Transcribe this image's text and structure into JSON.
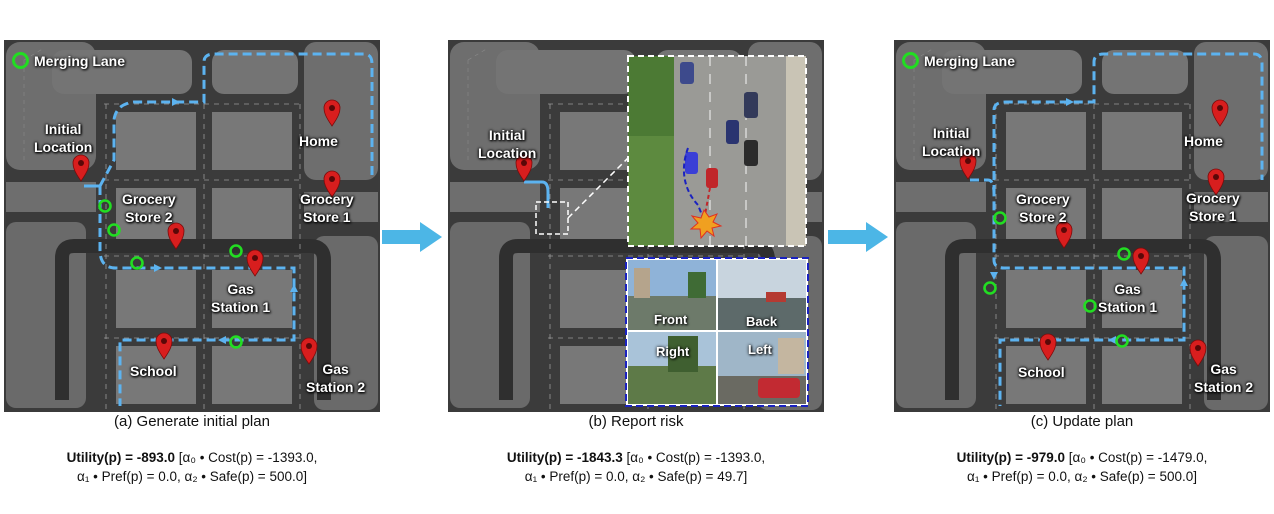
{
  "legend": {
    "merging_lane": "Merging Lane"
  },
  "panels": [
    {
      "caption": "(a) Generate initial plan",
      "labels": {
        "initial": "Initial\nLocation",
        "home": "Home",
        "grocery2": "Grocery\nStore 2",
        "grocery1": "Grocery\nStore 1",
        "gas1": "Gas\nStation 1",
        "school": "School",
        "gas2": "Gas\nStation 2"
      },
      "utility_label": "Utility(p) = -893.0",
      "line1": " [α₀ • Cost(p) = -1393.0,",
      "line2": "α₁ • Pref(p) = 0.0, α₂ • Safe(p) = 500.0]"
    },
    {
      "caption": "(b) Report risk",
      "labels": {
        "initial": "Initial\nLocation"
      },
      "cameras": {
        "front": "Front",
        "back": "Back",
        "right": "Right",
        "left": "Left"
      },
      "utility_label": "Utility(p) = -1843.3",
      "line1": " [α₀ • Cost(p) = -1393.0,",
      "line2": "α₁ • Pref(p) = 0.0, α₂ • Safe(p) = 49.7]"
    },
    {
      "caption": "(c) Update plan",
      "labels": {
        "initial": "Initial\nLocation",
        "home": "Home",
        "grocery2": "Grocery\nStore 2",
        "grocery1": "Grocery\nStore 1",
        "gas1": "Gas\nStation 1",
        "school": "School",
        "gas2": "Gas\nStation 2"
      },
      "utility_label": "Utility(p) = -979.0",
      "line1": " [α₀ • Cost(p) = -1479.0,",
      "line2": "α₁ • Pref(p) = 0.0, α₂ • Safe(p) = 500.0]"
    }
  ],
  "colors": {
    "road": "#3b3b3b",
    "block": "#727272",
    "route": "#5cb3f0",
    "merge_ring": "#22dd22",
    "pin": "#d81e1e",
    "arrow": "#4cb6e6",
    "camera_frame": "#1a22c0"
  }
}
